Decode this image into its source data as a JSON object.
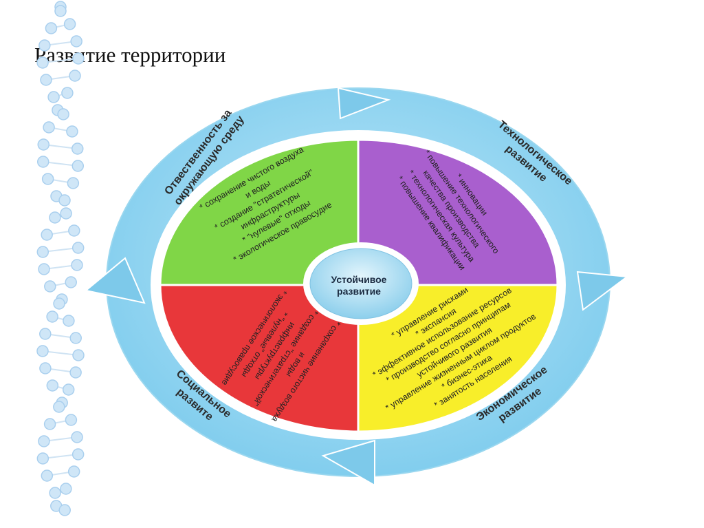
{
  "page": {
    "title": "Развитие территории"
  },
  "colors": {
    "ring": "#8fd3ef",
    "ring_dark": "#6cc2e6",
    "green": "#80d647",
    "purple": "#a95fce",
    "red": "#e8373a",
    "yellow": "#f8ee2a",
    "center": "#b2dff2"
  },
  "diagram": {
    "center_label": [
      "Устойчивое",
      "развитие"
    ],
    "ring_labels": {
      "environment": [
        "Отвественность за",
        "окружающую среду"
      ],
      "technology": [
        "Технологическое",
        "развитие"
      ],
      "economy": [
        "Экономическое",
        "развитие"
      ],
      "social": [
        "Социальное",
        "развите"
      ]
    },
    "segments": {
      "green": [
        "* сохранение чистого воздуха",
        "и воды",
        "* создание \"стратегической\"",
        "инфраструктуры",
        "* \"нулевые\" отходы",
        "* экологическое правосудие"
      ],
      "purple": [
        "* инновации",
        "* повышение технологического",
        "качества производства",
        "* технологическая культура",
        "* повышение квалификации"
      ],
      "yellow": [
        "* управление рисками",
        "* экспансия",
        "* эффективное использование ресурсов",
        "* производство согласно принципам",
        "устойчивого развития",
        "* управление жизненным циклом продуктов",
        "* бизнес-этика",
        "* занятость населения"
      ],
      "red": [
        "* сохранение чистого воздуха",
        "и воды",
        "* создание \"стратегической\"",
        "инфраструктуры",
        "* \"нулевые\" отходы",
        "* экологическое правосудие"
      ]
    }
  }
}
